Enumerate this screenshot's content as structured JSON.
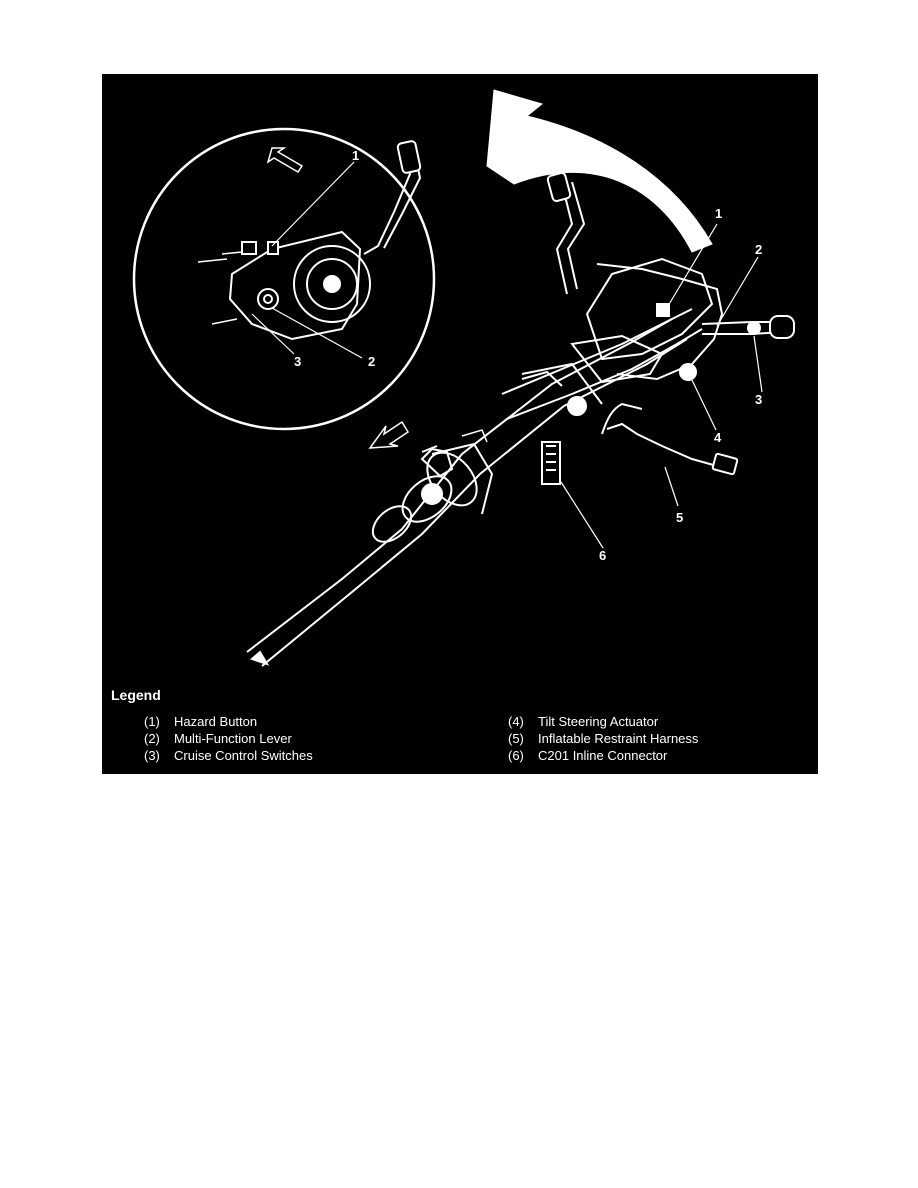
{
  "diagram": {
    "colors": {
      "background": "#000000",
      "ink": "#ffffff"
    },
    "icons": [
      "arrow-curved-icon",
      "arrow-direction-icon"
    ],
    "callouts": {
      "c1": "1",
      "c2": "2",
      "c3": "3",
      "c4": "4",
      "c5": "5",
      "c6": "6",
      "inset_1": "1",
      "inset_2": "2",
      "inset_3": "3"
    }
  },
  "legend": {
    "title": "Legend",
    "items": [
      {
        "num": "(1)",
        "label": "Hazard Button"
      },
      {
        "num": "(2)",
        "label": "Multi-Function Lever"
      },
      {
        "num": "(3)",
        "label": "Cruise Control Switches"
      },
      {
        "num": "(4)",
        "label": "Tilt Steering Actuator"
      },
      {
        "num": "(5)",
        "label": "Inflatable Restraint Harness"
      },
      {
        "num": "(6)",
        "label": "C201 Inline Connector"
      }
    ]
  }
}
